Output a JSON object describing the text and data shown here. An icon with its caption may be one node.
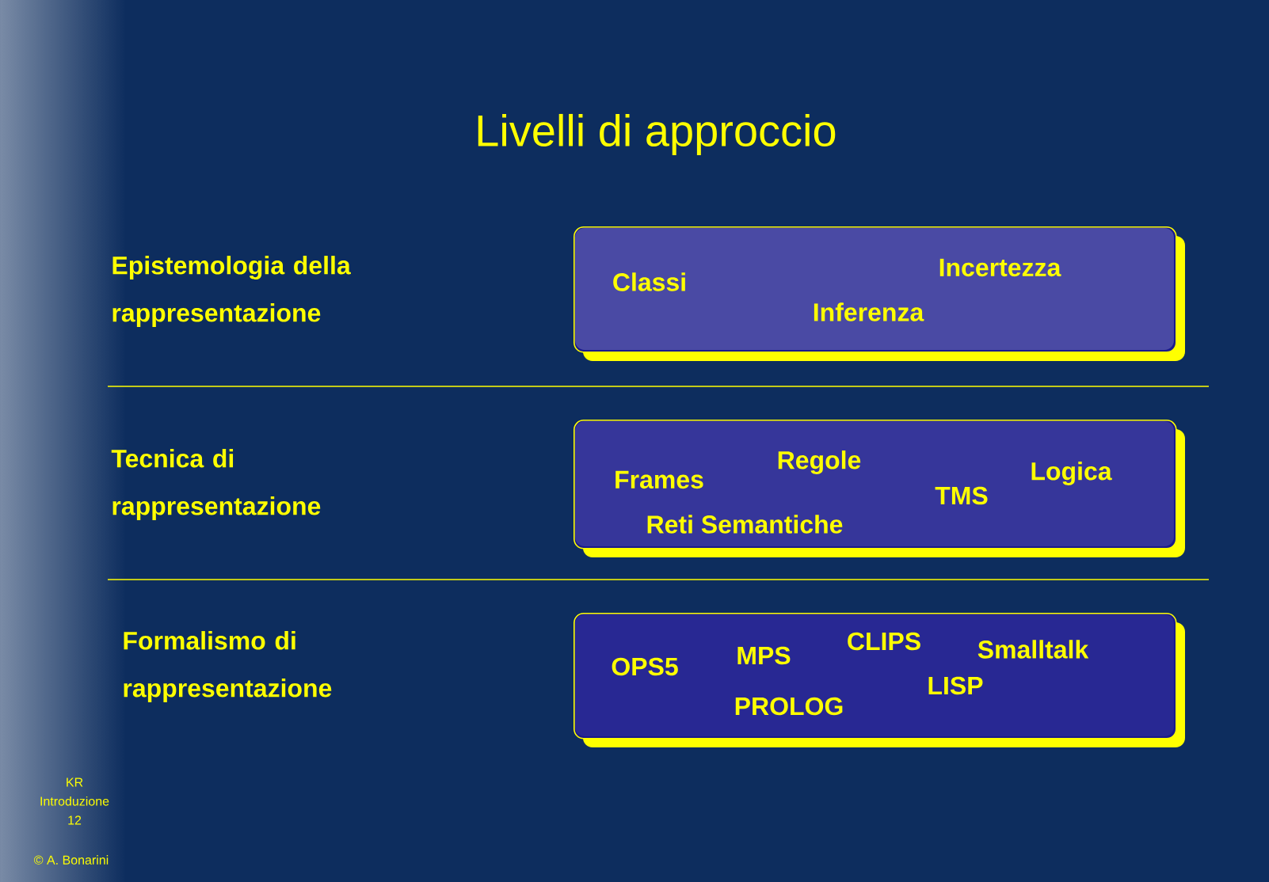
{
  "diagram": {
    "title": "Livelli  di approccio",
    "nodes": [
      {
        "text": [
          "Classi",
          "Inferenza",
          "Incertezza"
        ]
      },
      {
        "text": [
          "Frames",
          "Regole",
          "TMS",
          "Logica",
          "Reti Semantiche"
        ]
      },
      {
        "text": [
          "OPS5",
          "MPS",
          "CLIPS",
          "Smalltalk",
          "LISP",
          "PROLOG"
        ]
      }
    ],
    "labels": [
      "Epistemologia della rappresentazione",
      "Tecnica di rappresentazione",
      "Formalismo di rappresentazione",
      "KR Introduzione 12",
      "© A. Bonarini"
    ]
  }
}
